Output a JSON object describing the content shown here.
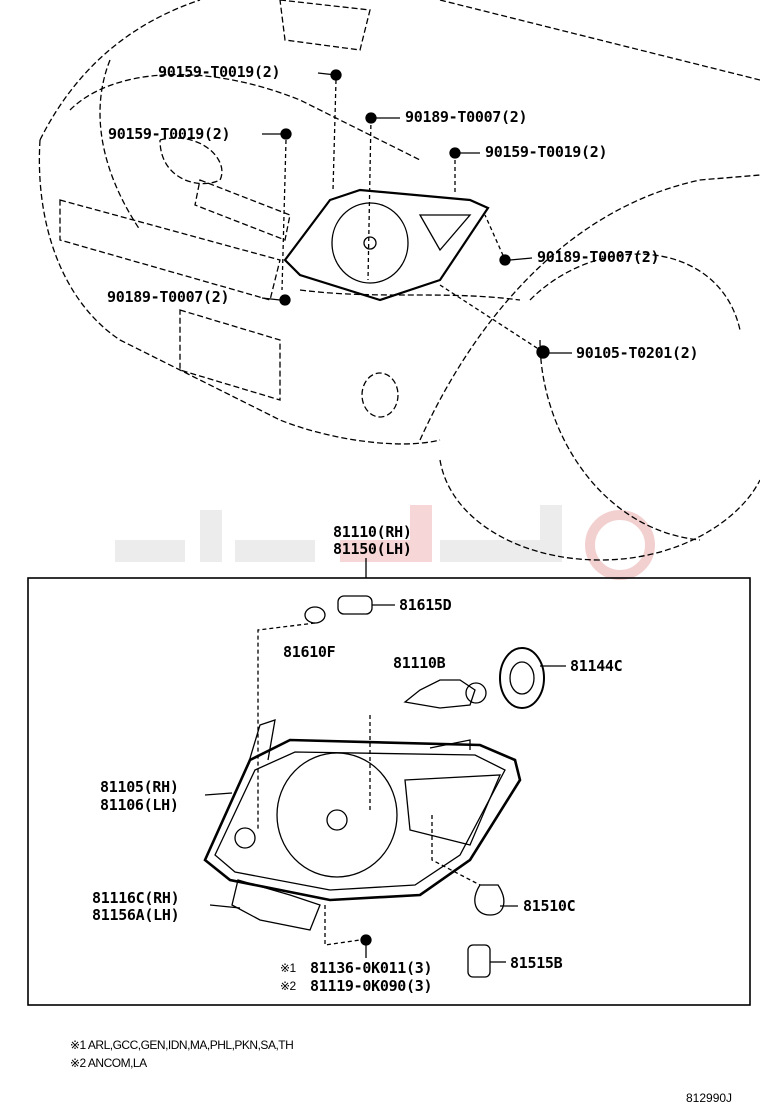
{
  "callouts": {
    "bolt_top": "90159-T0019(2)",
    "nut_top": "90189-T0007(2)",
    "bolt_left": "90159-T0019(2)",
    "bolt_right": "90159-T0019(2)",
    "nut_right": "90189-T0007(2)",
    "nut_left": "90189-T0007(2)",
    "screw_fender": "90105-T0201(2)",
    "assembly_rh": "81110(RH)",
    "assembly_lh": "81150(LH)",
    "socket": "81615D",
    "bulb_small": "81610F",
    "bulb_main": "81110B",
    "cover": "81144C",
    "unit_rh": "81105(RH)",
    "unit_lh": "81106(LH)",
    "bracket_rh": "81116C(RH)",
    "bracket_lh": "81156A(LH)",
    "bulb_turn": "81510C",
    "mark1": "※1",
    "screw1": "81136-0K011(3)",
    "mark2": "※2",
    "screw2": "81119-0K090(3)",
    "socket_turn": "81515B"
  },
  "notes": [
    "※1 ARL,GCC,GEN,IDN,MA,PHL,PKN,SA,TH",
    "※2 ANCOM,LA"
  ],
  "diagram_code": "812990J"
}
